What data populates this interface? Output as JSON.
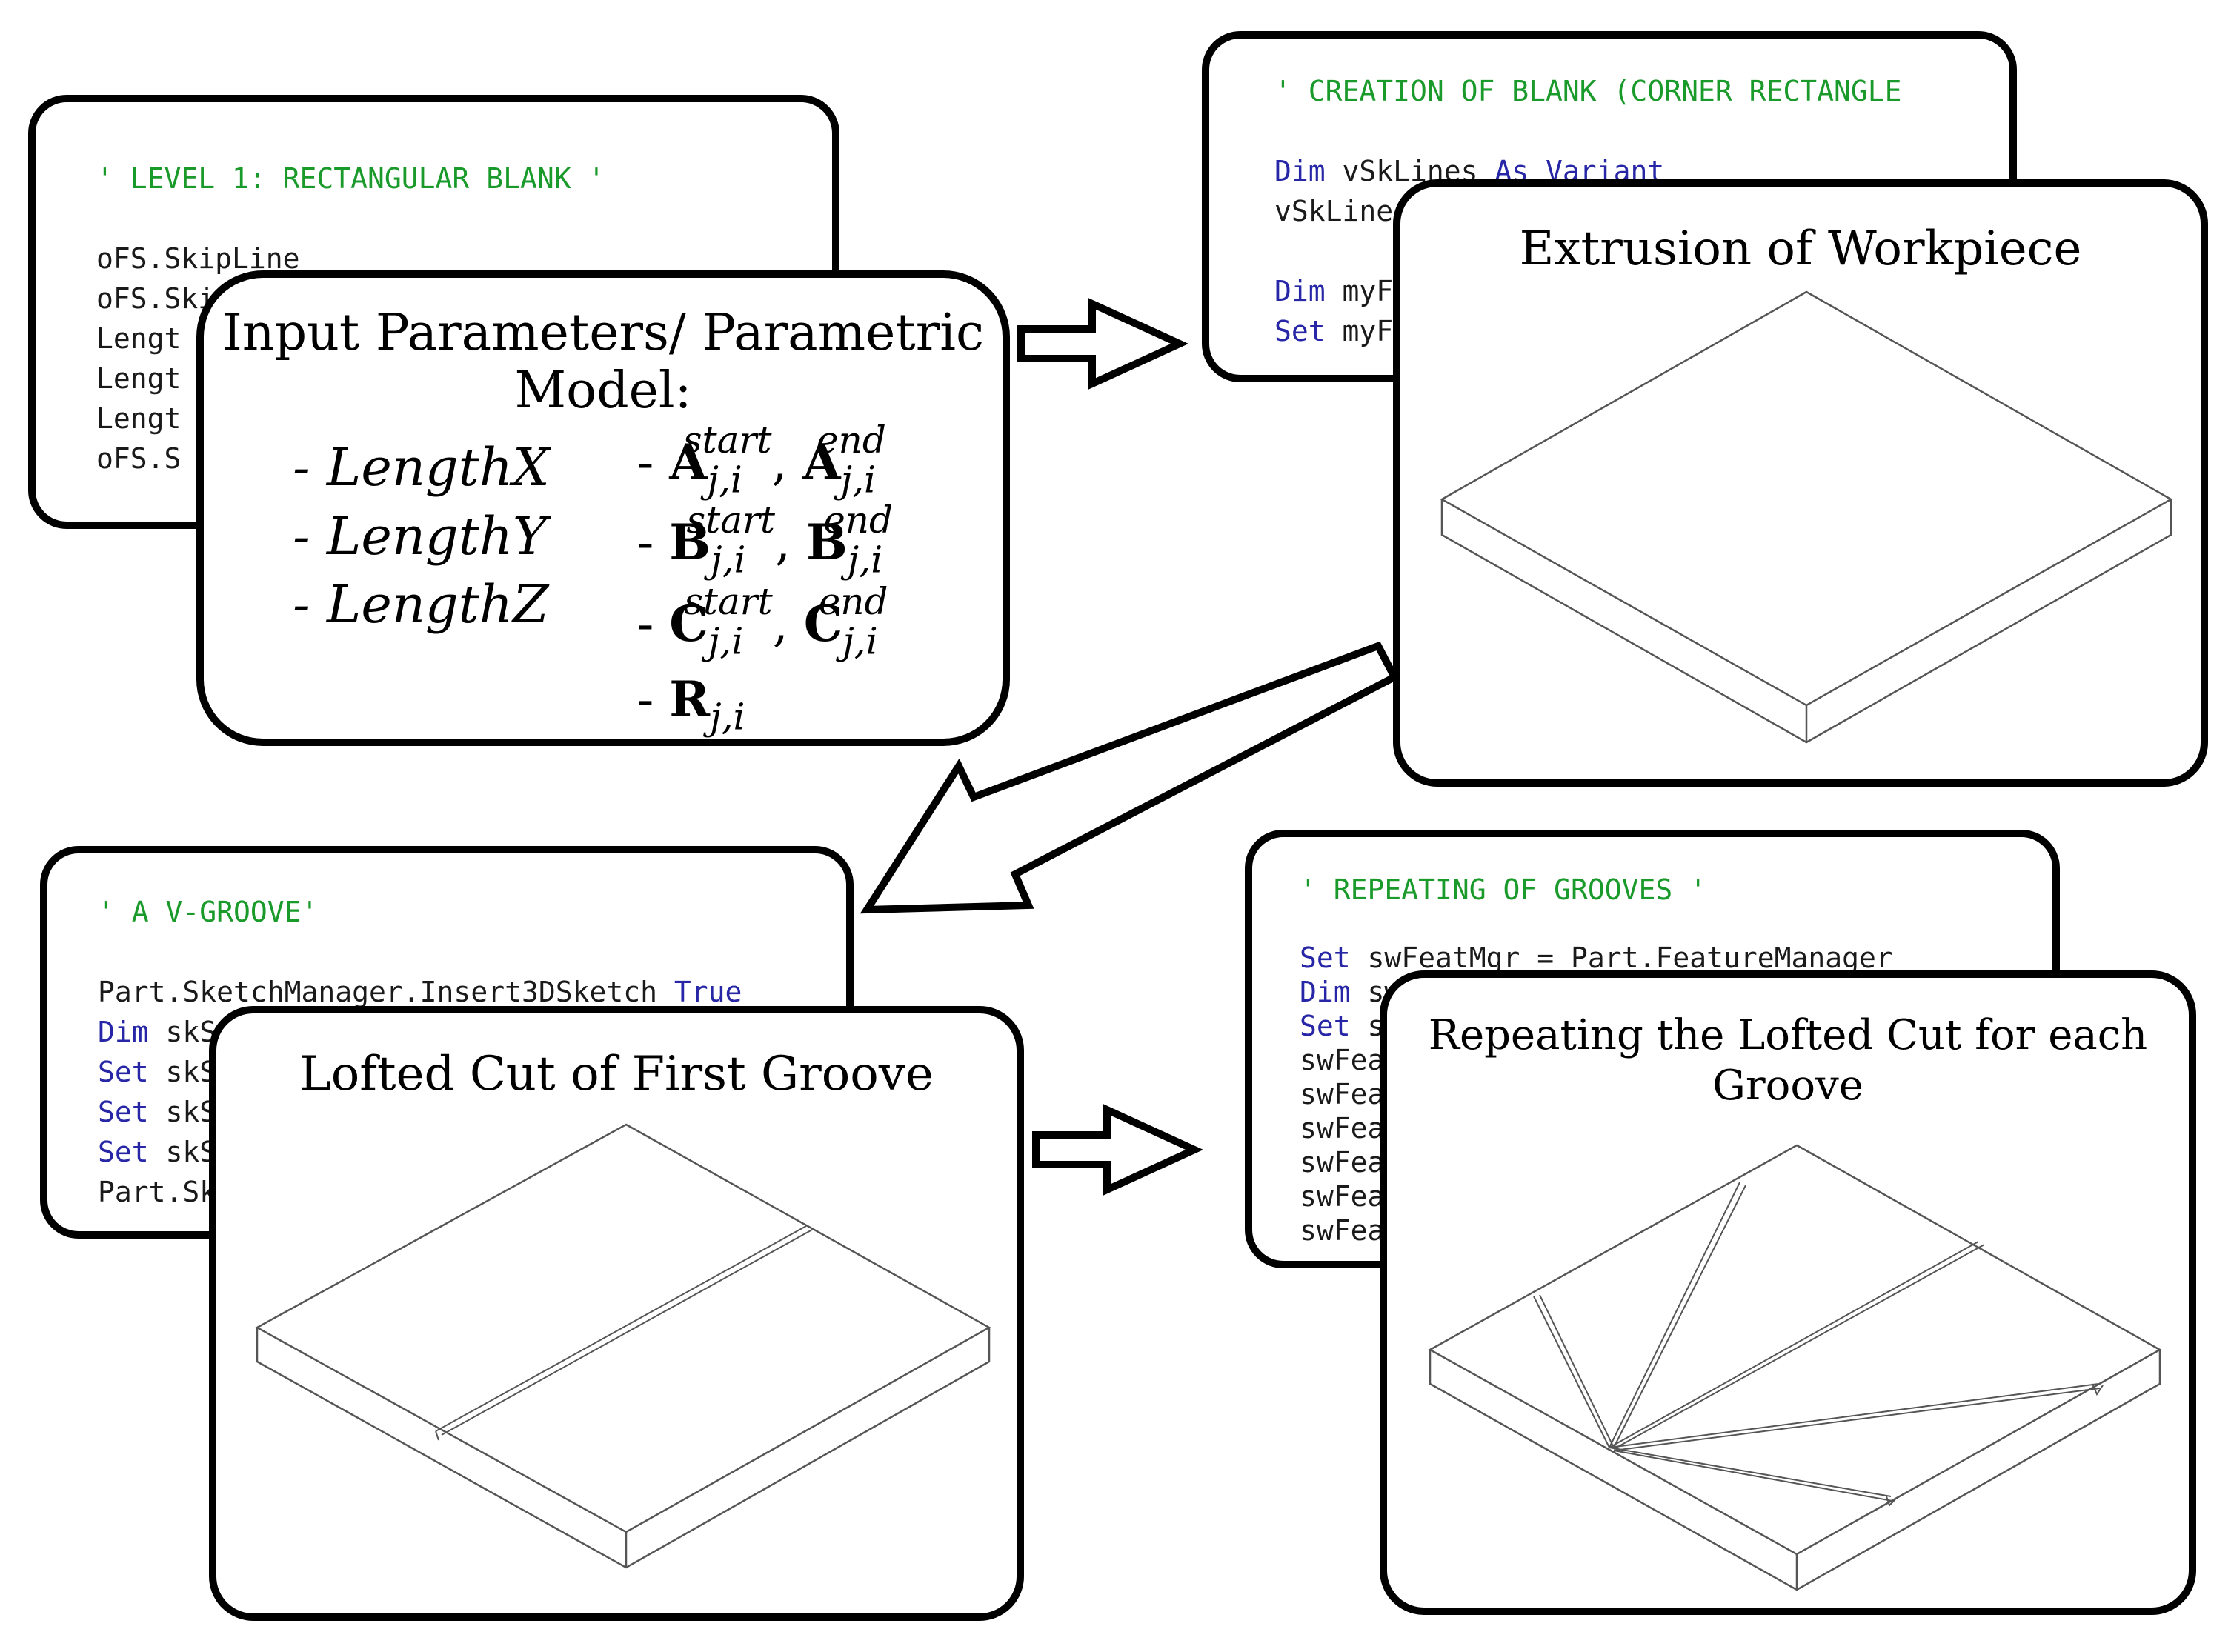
{
  "code_panels": {
    "level1": {
      "lines": [
        [
          {
            "t": "' LEVEL 1: RECTANGULAR BLANK '",
            "c": "cm"
          }
        ],
        [],
        [
          {
            "t": "oFS.SkipLine",
            "c": "tx"
          }
        ],
        [
          {
            "t": "oFS.Ski",
            "c": "tx"
          }
        ],
        [
          {
            "t": "Lengt",
            "c": "tx"
          }
        ],
        [
          {
            "t": "Lengt",
            "c": "tx"
          }
        ],
        [
          {
            "t": "Lengt",
            "c": "tx"
          }
        ],
        [
          {
            "t": "oFS.S",
            "c": "tx"
          }
        ]
      ]
    },
    "creation": {
      "lines": [
        [
          {
            "t": "' CREATION OF BLANK (CORNER RECTANGLE",
            "c": "cm"
          }
        ],
        [],
        [
          {
            "t": "Dim",
            "c": "kw"
          },
          {
            "t": " vSkLines ",
            "c": "tx"
          },
          {
            "t": "As Variant",
            "c": "kw"
          }
        ],
        [
          {
            "t": "vSkLine",
            "c": "tx"
          }
        ],
        [],
        [
          {
            "t": "Dim",
            "c": "kw"
          },
          {
            "t": " myF",
            "c": "tx"
          }
        ],
        [
          {
            "t": "Set",
            "c": "kw"
          },
          {
            "t": " myF",
            "c": "tx"
          }
        ]
      ]
    },
    "vgroove": {
      "lines": [
        [
          {
            "t": "' A V-GROOVE'",
            "c": "cm"
          }
        ],
        [],
        [
          {
            "t": "Part.SketchManager.Insert3DSketch ",
            "c": "tx"
          },
          {
            "t": "True",
            "c": "kw"
          }
        ],
        [
          {
            "t": "Dim",
            "c": "kw"
          },
          {
            "t": " skSe",
            "c": "tx"
          }
        ],
        [
          {
            "t": "Set",
            "c": "kw"
          },
          {
            "t": " skSe",
            "c": "tx"
          }
        ],
        [
          {
            "t": "Set",
            "c": "kw"
          },
          {
            "t": " skSe",
            "c": "tx"
          }
        ],
        [
          {
            "t": "Set",
            "c": "kw"
          },
          {
            "t": " skSe",
            "c": "tx"
          }
        ],
        [
          {
            "t": "Part.Ske",
            "c": "tx"
          }
        ]
      ]
    },
    "repeating": {
      "lines": [
        [
          {
            "t": "' REPEATING OF GROOVES '",
            "c": "cm"
          }
        ],
        [],
        [
          {
            "t": "Set",
            "c": "kw"
          },
          {
            "t": " swFeatMgr = Part.FeatureManager",
            "c": "tx"
          }
        ],
        [
          {
            "t": "Dim",
            "c": "kw"
          },
          {
            "t": " sw",
            "c": "tx"
          }
        ],
        [
          {
            "t": "Set",
            "c": "kw"
          },
          {
            "t": " s",
            "c": "tx"
          }
        ],
        [
          {
            "t": "swFea",
            "c": "tx"
          }
        ],
        [
          {
            "t": "swFea",
            "c": "tx"
          }
        ],
        [
          {
            "t": "swFea",
            "c": "tx"
          }
        ],
        [
          {
            "t": "swFea",
            "c": "tx"
          }
        ],
        [
          {
            "t": "swFea",
            "c": "tx"
          }
        ],
        [
          {
            "t": "swFea",
            "c": "tx"
          }
        ]
      ]
    }
  },
  "input_box": {
    "title_line1": "Input Parameters/ Parametric",
    "title_line2": "Model:",
    "left_params": [
      "- LengthX",
      "- LengthY",
      "- LengthZ"
    ],
    "right_params": [
      {
        "dash": "- ",
        "sym1": "A",
        "sup1": "start",
        "sub1": "j,i",
        "sep": ", ",
        "sym2": "A",
        "sup2": "end",
        "sub2": "j,i"
      },
      {
        "dash": "- ",
        "sym1": "B",
        "sup1": "start",
        "sub1": "j,i",
        "sep": ", ",
        "sym2": "B",
        "sup2": "end",
        "sub2": "j,i"
      },
      {
        "dash": "- ",
        "sym1": "C",
        "sup1": "start",
        "sub1": "j,i",
        "sep": ", ",
        "sym2": "C",
        "sup2": "end",
        "sub2": "j,i"
      },
      {
        "dash": "- ",
        "sym1": "R",
        "sub1": "j,i"
      }
    ]
  },
  "extrusion_box": {
    "title": "Extrusion of Workpiece"
  },
  "lofted_box": {
    "title": "Lofted Cut of First Groove"
  },
  "repeat_box": {
    "title_line1": "Repeating the Lofted Cut for each",
    "title_line2": "Groove"
  },
  "colors": {
    "comment": "#1a9a2a",
    "keyword": "#2626a6",
    "code_text": "#1a1a1a",
    "border": "#000000"
  }
}
